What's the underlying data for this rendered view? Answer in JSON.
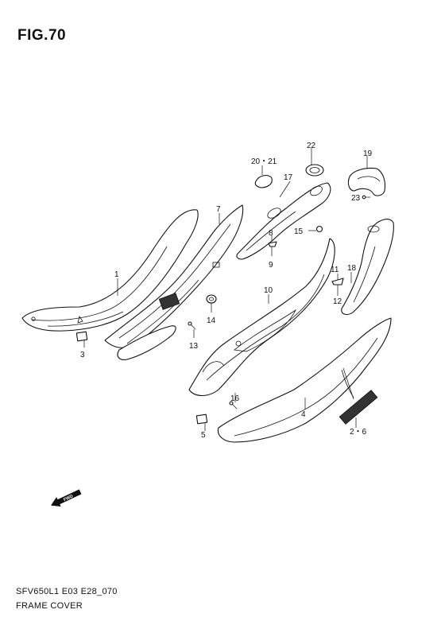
{
  "figure": {
    "title": "FIG.70",
    "code": "SFV650L1 E03 E28_070",
    "name": "FRAME COVER"
  },
  "callouts": {
    "c1": "1",
    "c2_6": "2・6",
    "c3": "3",
    "c4": "4",
    "c5": "5",
    "c7": "7",
    "c8": "8",
    "c9": "9",
    "c10": "10",
    "c11": "11",
    "c12": "12",
    "c13": "13",
    "c14": "14",
    "c15": "15",
    "c16": "16",
    "c17": "17",
    "c18": "18",
    "c19": "19",
    "c20_21": "20・21",
    "c22": "22",
    "c23": "23"
  },
  "fwd_arrow": {
    "label": "FWD"
  }
}
